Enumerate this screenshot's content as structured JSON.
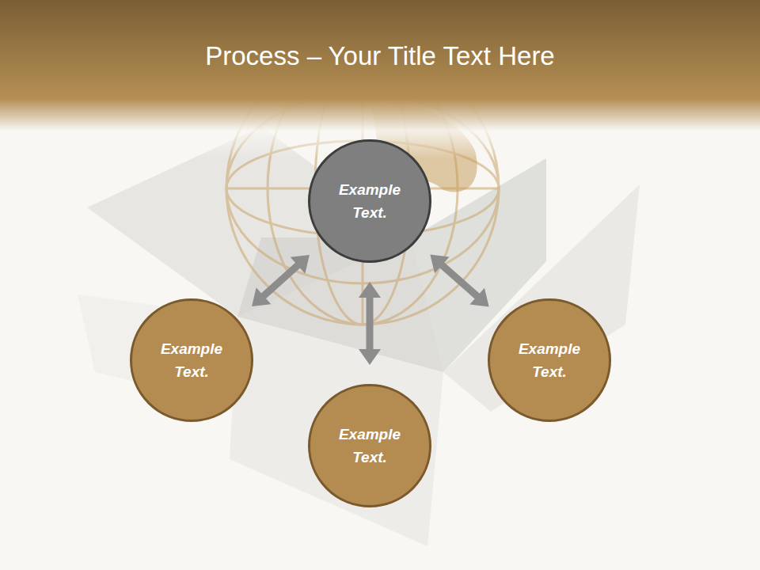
{
  "diagram": {
    "title": "Process – Your Title Text Here",
    "nodes": [
      {
        "text": [
          "Example Text."
        ]
      },
      {
        "text": [
          "Example Text."
        ]
      },
      {
        "text": [
          "Example Text."
        ]
      },
      {
        "text": [
          "Example Text."
        ]
      }
    ],
    "edges": [
      {
        "from": 0,
        "to": 1,
        "arrow": "both"
      },
      {
        "from": 0,
        "to": 2,
        "arrow": "both"
      },
      {
        "from": 0,
        "to": 3,
        "arrow": "both"
      }
    ]
  }
}
